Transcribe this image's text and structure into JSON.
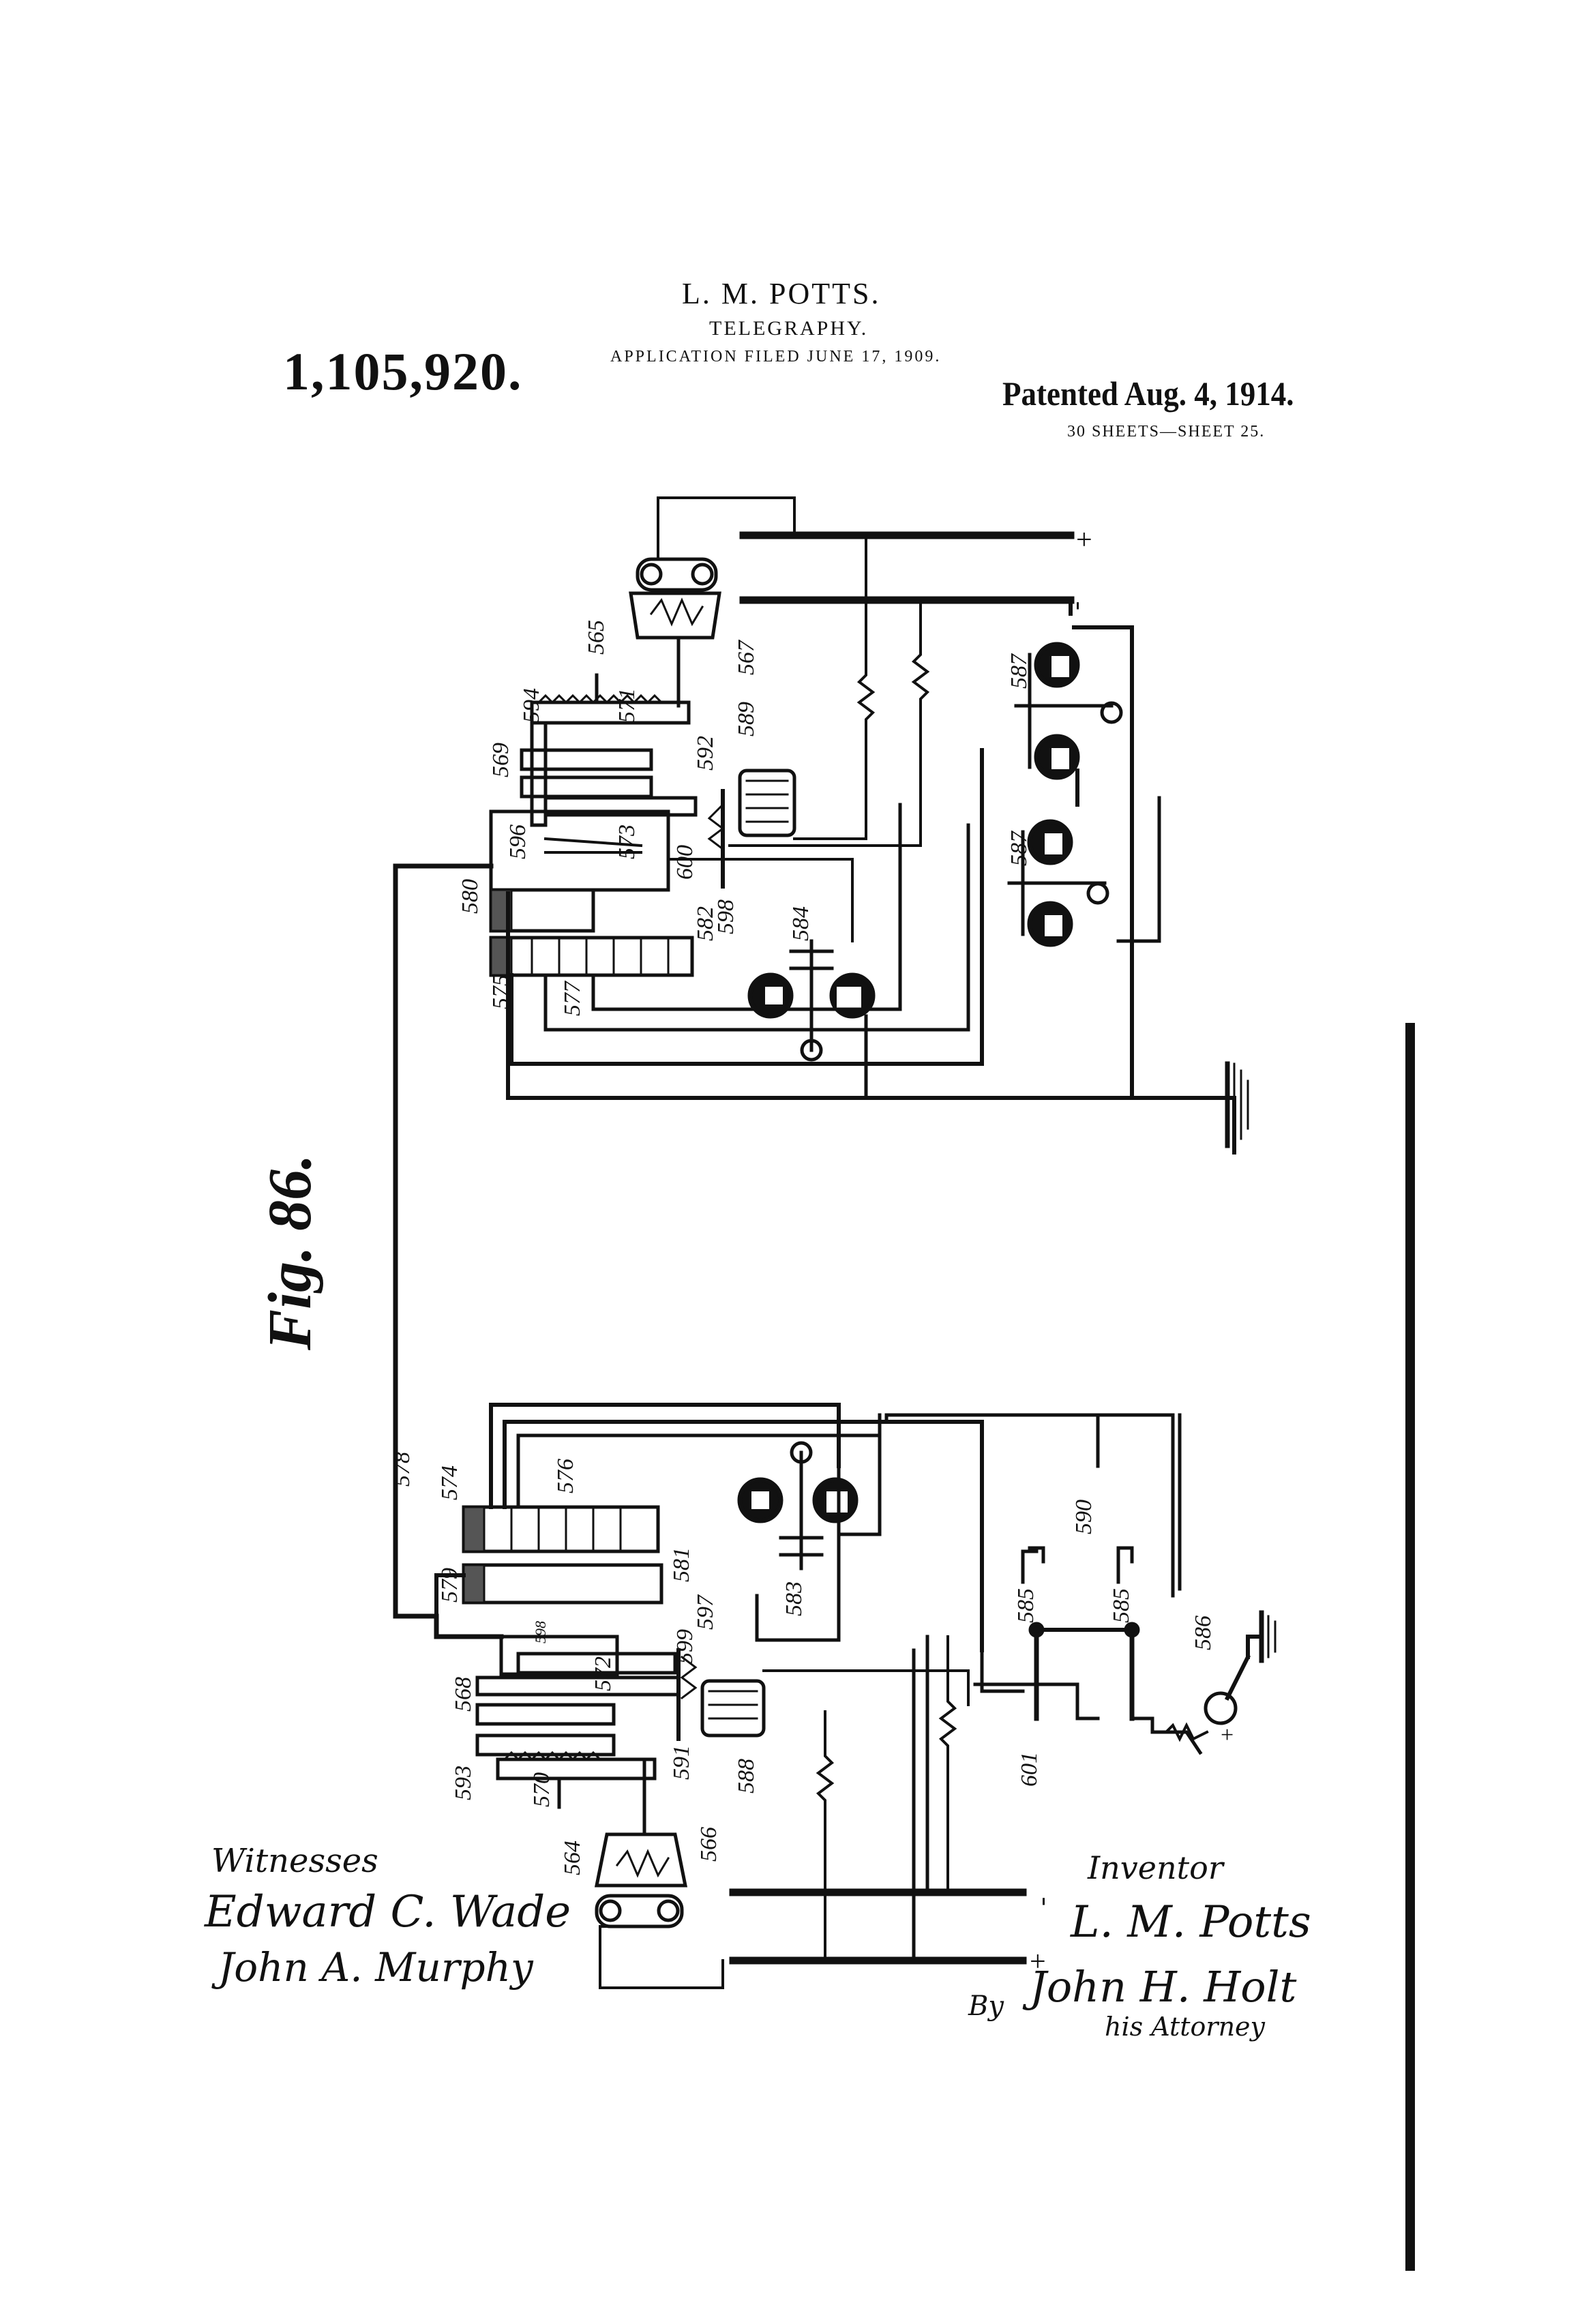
{
  "header": {
    "patent_number": "1,105,920.",
    "inventor": "L. M. POTTS.",
    "title": "TELEGRAPHY.",
    "application": "APPLICATION FILED JUNE 17, 1909.",
    "patented": "Patented Aug. 4, 1914.",
    "sheets": "30 SHEETS—SHEET 25."
  },
  "figure_label": "Fig. 86.",
  "labels": {
    "top": [
      "565",
      "571",
      "567",
      "594",
      "569",
      "592",
      "589",
      "587",
      "587",
      "596",
      "573",
      "600",
      "598",
      "580",
      "575",
      "577",
      "582",
      "584"
    ],
    "bottom": [
      "578",
      "574",
      "576",
      "579",
      "581",
      "597",
      "599",
      "598",
      "572",
      "568",
      "593",
      "570",
      "564",
      "566",
      "591",
      "588",
      "583",
      "590",
      "585",
      "585",
      "586",
      "601"
    ]
  },
  "polarity": {
    "plus": "+",
    "minus": "-"
  },
  "signatures": {
    "witnesses_label": "Witnesses",
    "witness_1": "Edward C. Wade",
    "witness_2": "John A. Murphy",
    "inventor_label": "Inventor",
    "inventor_sig": "L. M. Potts",
    "by": "By",
    "attorney_sig": "John H. Holt",
    "attorney_label": "his Attorney"
  }
}
